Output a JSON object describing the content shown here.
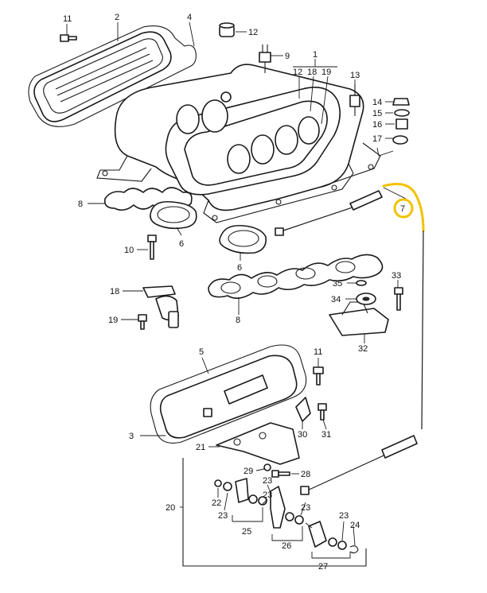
{
  "callouts": {
    "c11a": "11",
    "c2": "2",
    "c4": "4",
    "c12": "12",
    "c9": "9",
    "c1": "1",
    "c12b": "12",
    "c18": "18",
    "c19": "19",
    "c13": "13",
    "c14": "14",
    "c15": "15",
    "c16": "16",
    "c17": "17",
    "c7": "7",
    "c8a": "8",
    "c6a": "6",
    "c6b": "6",
    "c10": "10",
    "c8b": "8",
    "c18b": "18",
    "c19b": "19",
    "c35": "35",
    "c34": "34",
    "c33": "33",
    "c32": "32",
    "c5": "5",
    "c11b": "11",
    "c3": "3",
    "c21": "21",
    "c30": "30",
    "c31": "31",
    "c29": "29",
    "c28": "28",
    "c23a": "23",
    "c22": "22",
    "c23b": "23",
    "c23c": "23",
    "c23d": "23",
    "c23e": "23",
    "c25": "25",
    "c26": "26",
    "c27": "27",
    "c24": "24",
    "c20": "20"
  },
  "highlight": {
    "part": "7",
    "color": "#f2c200"
  }
}
